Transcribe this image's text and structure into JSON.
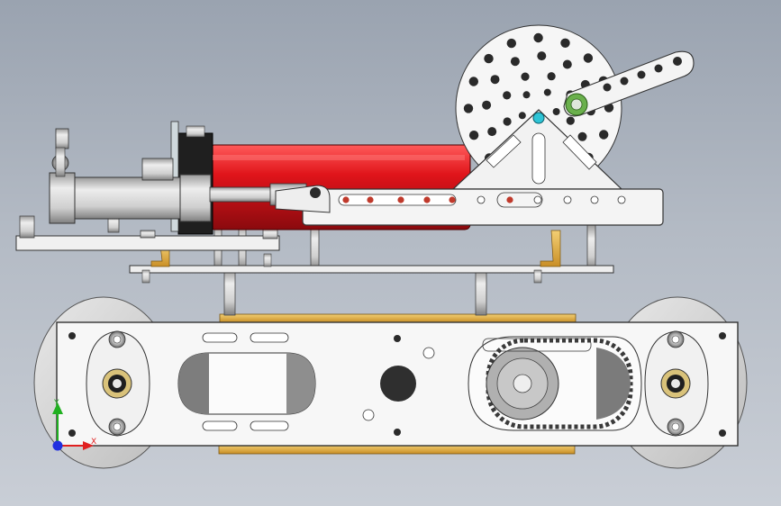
{
  "viewport": {
    "background_top": "#9aa3b0",
    "background_bottom": "#c9ced6"
  },
  "colors": {
    "cylinder_red": "#e0141a",
    "cylinder_red_dark": "#9a0a0e",
    "frame_white": "#f4f4f4",
    "wheel_grey": "#d8d8d8",
    "brass_plate": "#e6b24a",
    "pin_green": "#6ab04c",
    "pin_cyan": "#2ec4d6",
    "hole_red": "#c0392b",
    "triad_x": "#e02020",
    "triad_y": "#20b020",
    "triad_z": "#2030e0"
  },
  "triad": {
    "x_label": "X",
    "y_label": "Y"
  },
  "model": {
    "components": [
      "hydraulic-cylinder",
      "piston-rod",
      "perforated-flywheel",
      "crank-arm",
      "triangular-bracket",
      "slotted-link-plate",
      "upper-mounting-plate",
      "lower-mounting-plate",
      "track-side-frame",
      "front-wheel",
      "rear-wheel",
      "drive-pulley",
      "timing-belt"
    ]
  }
}
